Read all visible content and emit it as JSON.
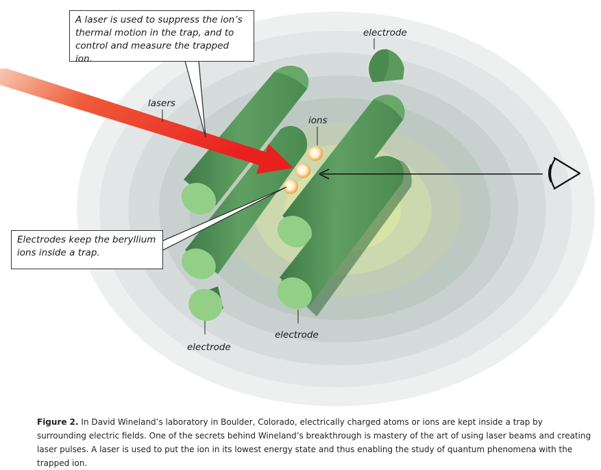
{
  "labels": {
    "electrode_top": "electrode",
    "lasers": "lasers",
    "ions": "ions",
    "electrode_bottom_left": "electrode",
    "electrode_bottom_mid": "electrode"
  },
  "callouts": {
    "laser": "A laser is used to suppress the ion’s thermal motion in the trap, and to control and measure the trapped ion.",
    "electrodes": "Electrodes keep the beryllium ions inside a trap."
  },
  "caption": {
    "lead": "Figure 2.",
    "text": " In David Wineland’s laboratory in Boulder, Colorado, electrically charged atoms or ions are kept inside a trap by surrounding electric fields. One of the secrets behind Wineland’s breakthrough is mastery of the art of using laser beams and creating laser pulses. A laser is used to put the ion in its lowest energy state and thus enabling the study of quantum phenomena with the trapped ion."
  },
  "colors": {
    "cylinder_body": "#5a9a5e",
    "cylinder_dark": "#3f7a47",
    "cylinder_end": "#93cf86",
    "laser": "#ee2a22",
    "field_outer": "#eceeee",
    "field_inner": "#d6e3b0"
  },
  "icons": [
    "eye-icon",
    "ion-sphere-icon",
    "laser-beam-arrow-icon",
    "view-arrow-icon"
  ]
}
